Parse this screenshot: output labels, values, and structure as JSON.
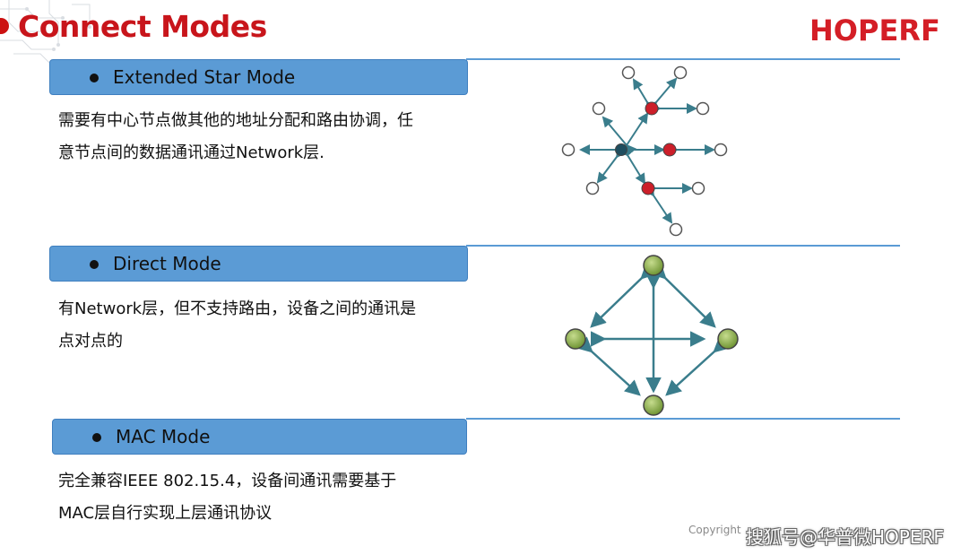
{
  "header": {
    "title": "Connect Modes",
    "logo_text": "HOPERF"
  },
  "modes": [
    {
      "label": "Extended Star Mode",
      "description_lines": [
        "需要有中心节点做其他的地址分配和路由协调，任",
        "意节点间的数据通讯通过Network层."
      ]
    },
    {
      "label": "Direct Mode",
      "description_lines": [
        "有Network层，但不支持路由，设备之间的通讯是",
        "点对点的"
      ]
    },
    {
      "label": "MAC Mode",
      "description_lines": [
        "完全兼容IEEE 802.15.4，设备间通讯需要基于",
        "MAC层自行实现上层通讯协议"
      ]
    }
  ],
  "footer": {
    "copyright": "Copyright",
    "watermark": "搜狐号@华普微HOPERF"
  },
  "colors": {
    "title_red": "#c8151b",
    "bar_blue": "#5b9bd5",
    "arrow_teal": "#3a7d8c",
    "router_red": "#cc1f2a",
    "coordinator_dark": "#1f4e5f",
    "direct_node_green": "#8db04a"
  }
}
